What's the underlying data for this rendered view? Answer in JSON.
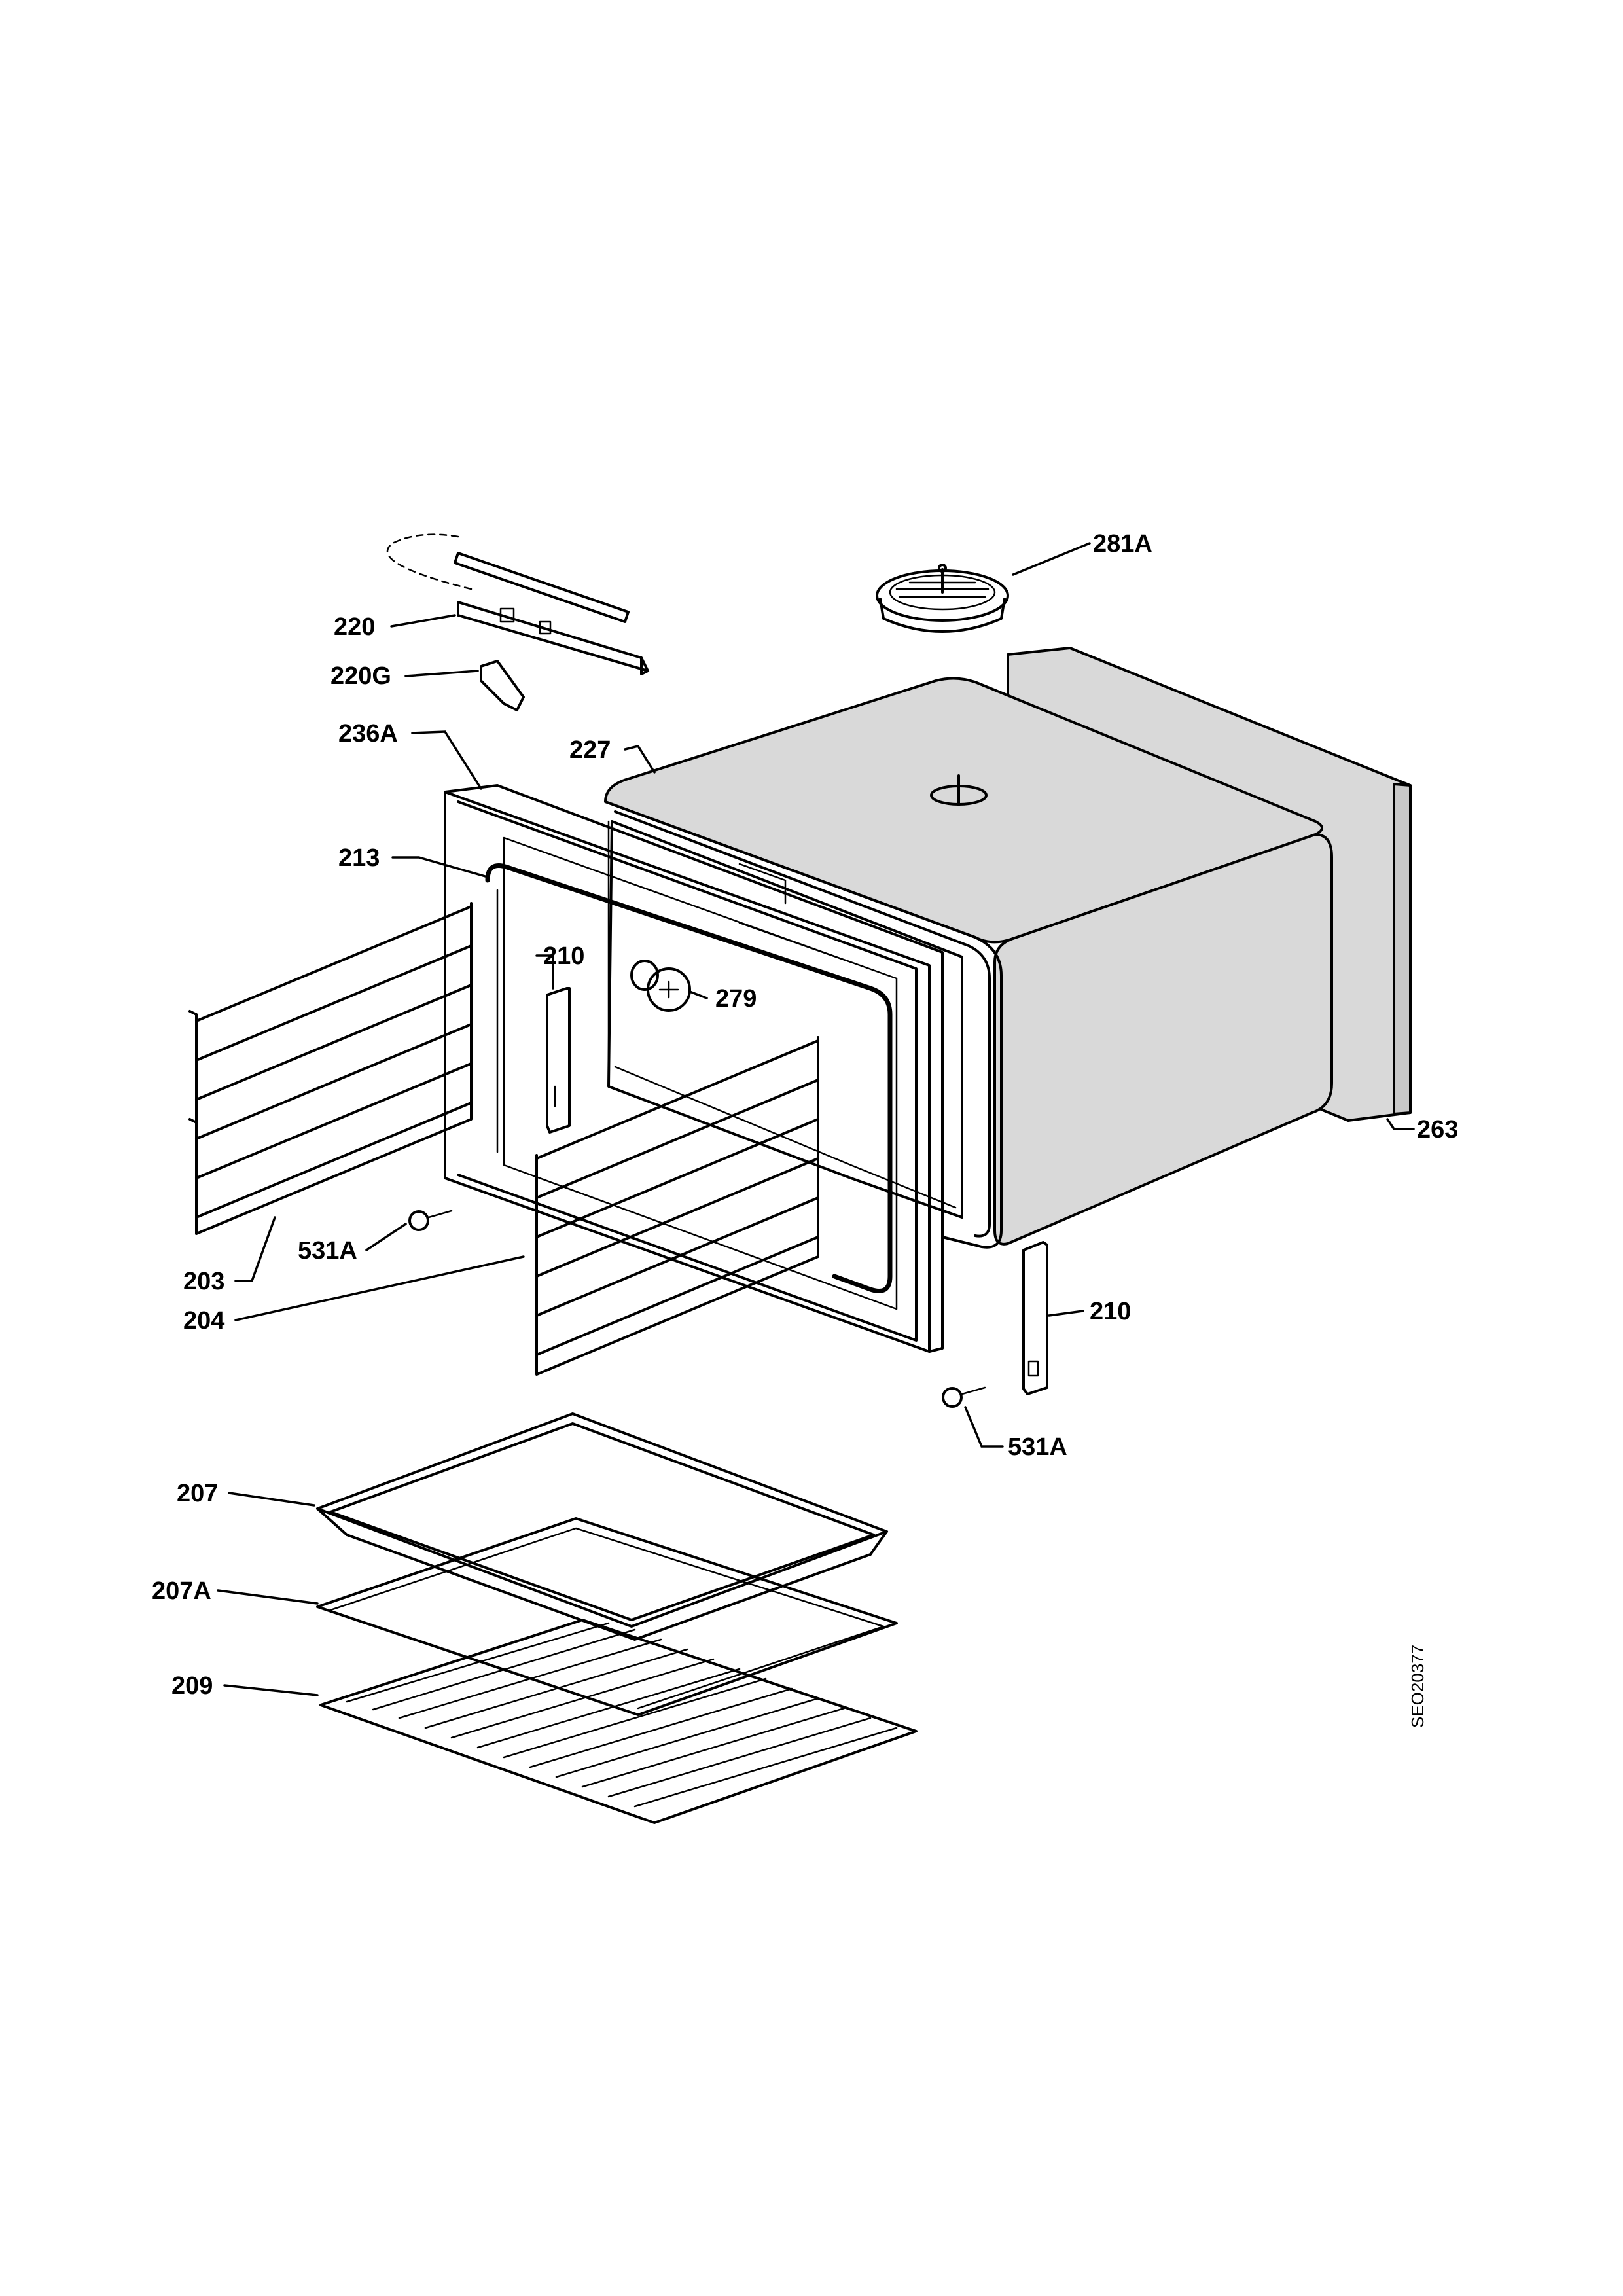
{
  "diagram": {
    "reference_code": "SEO20377",
    "parts": [
      {
        "key": "p281A",
        "label": "281A"
      },
      {
        "key": "p220",
        "label": "220"
      },
      {
        "key": "p220G",
        "label": "220G"
      },
      {
        "key": "p236A",
        "label": "236A"
      },
      {
        "key": "p227",
        "label": "227"
      },
      {
        "key": "p213",
        "label": "213"
      },
      {
        "key": "p210a",
        "label": "210"
      },
      {
        "key": "p279",
        "label": "279"
      },
      {
        "key": "p263",
        "label": "263"
      },
      {
        "key": "p531Aa",
        "label": "531A"
      },
      {
        "key": "p203",
        "label": "203"
      },
      {
        "key": "p204",
        "label": "204"
      },
      {
        "key": "p210b",
        "label": "210"
      },
      {
        "key": "p531Ab",
        "label": "531A"
      },
      {
        "key": "p207",
        "label": "207"
      },
      {
        "key": "p207A",
        "label": "207A"
      },
      {
        "key": "p209",
        "label": "209"
      }
    ]
  }
}
